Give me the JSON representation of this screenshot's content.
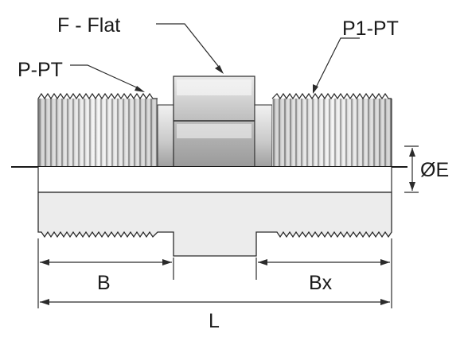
{
  "labels": {
    "flat": "F - Flat",
    "p_pt": "P-PT",
    "p1_pt": "P1-PT",
    "dia_e": "ØE",
    "b": "B",
    "bx": "Bx",
    "l": "L"
  },
  "colors": {
    "line": "#2b2b2b",
    "metal_light": "#f3f3f3",
    "metal_mid": "#cfcfcf",
    "metal_dark": "#8a8a8a",
    "section": "#ececec"
  }
}
